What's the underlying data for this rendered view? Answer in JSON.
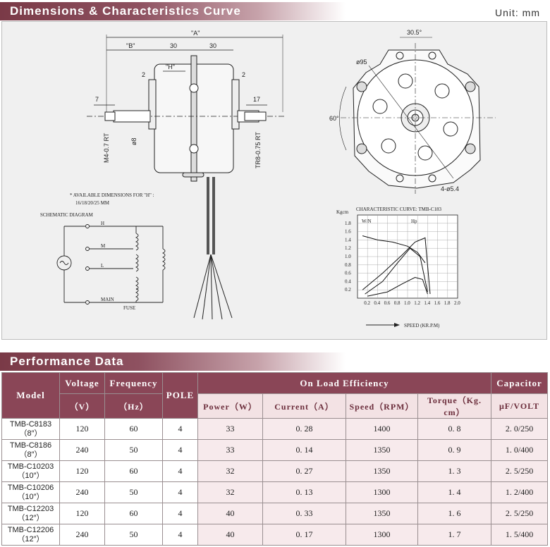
{
  "sections": {
    "dimensions_title": "Dimensions & Characteristics Curve",
    "performance_title": "Performance Data",
    "unit": "Unit: mm"
  },
  "drawing": {
    "dim_A": "\"A\"",
    "dim_B": "\"B\"",
    "dim_H": "\"H\"",
    "dim_30_left": "30",
    "dim_30_right": "30",
    "dim_2_left": "2",
    "dim_2_right": "2",
    "dim_7": "7",
    "dim_17": "17",
    "thread_left": "M4-0.7 RT",
    "shaft_dia": "ø8",
    "thread_right": "TR8-0.75 RT",
    "hole_spacing": "30.5°",
    "outer_dia": "ø95",
    "angle_60": "60°",
    "holes": "4-ø5.4",
    "note_line1": "* AVAILABLE DIMENSIONS FOR \"H\" :",
    "note_line2": "16/18/20/25 MM",
    "schematic_title": "SCHEMATIC DIAGRAM",
    "label_H": "H",
    "label_M": "M",
    "label_L": "L",
    "label_MAIN": "MAIN",
    "label_FUSE": "FUSE"
  },
  "chart_data": {
    "type": "line",
    "title": "CHARACTERISTIC CURVE: TMB-C183",
    "ylabel": "Kgcm",
    "xlabel": "SPEED (KR.P.M)",
    "ylim": [
      0,
      2.0
    ],
    "xlim": [
      0,
      2.0
    ],
    "x_ticks": [
      "0.2",
      "0.4",
      "0.6",
      "0.8",
      "1.0",
      "1.2",
      "1.4",
      "1.6",
      "1.8",
      "2.0"
    ],
    "y_ticks": [
      "0.2",
      "0.4",
      "0.6",
      "0.8",
      "1.0",
      "1.2",
      "1.4",
      "1.6",
      "1.8"
    ],
    "annotations": [
      "W/N",
      "Hp"
    ],
    "series": [
      {
        "x": [
          0.1,
          0.4,
          0.7,
          1.0,
          1.2,
          1.35
        ],
        "y": [
          1.5,
          1.4,
          1.35,
          1.25,
          1.1,
          0.85
        ]
      },
      {
        "x": [
          0.1,
          0.5,
          0.9,
          1.15,
          1.35,
          1.45
        ],
        "y": [
          0.2,
          0.6,
          1.05,
          1.35,
          1.45,
          0.1
        ]
      },
      {
        "x": [
          0.15,
          0.5,
          0.8,
          1.05,
          1.25,
          1.4
        ],
        "y": [
          0.1,
          0.4,
          0.85,
          1.2,
          1.0,
          0.15
        ]
      },
      {
        "x": [
          0.2,
          0.6,
          0.9,
          1.15,
          1.3,
          1.4
        ],
        "y": [
          0.05,
          0.15,
          0.35,
          0.5,
          0.45,
          0.1
        ]
      }
    ]
  },
  "table": {
    "headers": {
      "model": "Model",
      "voltage": "Voltage",
      "voltage_unit": "（V）",
      "frequency": "Frequency",
      "frequency_unit": "（Hz）",
      "pole": "POLE",
      "on_load": "On Load  Efficiency",
      "power": "Power（W）",
      "current": "Current（A）",
      "speed": "Speed（RPM）",
      "torque": "Torque（Kg. cm）",
      "capacitor": "Capacitor",
      "capacitor_unit": "μF/VOLT"
    },
    "rows": [
      {
        "model": "TMB-C8183",
        "size": "（8″）",
        "voltage": "120",
        "frequency": "60",
        "pole": "4",
        "power": "33",
        "current": "0. 28",
        "speed": "1400",
        "torque": "0. 8",
        "capacitor": "2. 0/250"
      },
      {
        "model": "TMB-C8186",
        "size": "（8″）",
        "voltage": "240",
        "frequency": "50",
        "pole": "4",
        "power": "33",
        "current": "0. 14",
        "speed": "1350",
        "torque": "0. 9",
        "capacitor": "1. 0/400"
      },
      {
        "model": "TMB-C10203",
        "size": "（10″）",
        "voltage": "120",
        "frequency": "60",
        "pole": "4",
        "power": "32",
        "current": "0. 27",
        "speed": "1350",
        "torque": "1. 3",
        "capacitor": "2. 5/250"
      },
      {
        "model": "TMB-C10206",
        "size": "（10″）",
        "voltage": "240",
        "frequency": "50",
        "pole": "4",
        "power": "32",
        "current": "0. 13",
        "speed": "1300",
        "torque": "1. 4",
        "capacitor": "1. 2/400"
      },
      {
        "model": "TMB-C12203",
        "size": "（12″）",
        "voltage": "120",
        "frequency": "60",
        "pole": "4",
        "power": "40",
        "current": "0. 33",
        "speed": "1350",
        "torque": "1. 6",
        "capacitor": "2. 5/250"
      },
      {
        "model": "TMB-C12206",
        "size": "（12″）",
        "voltage": "240",
        "frequency": "50",
        "pole": "4",
        "power": "40",
        "current": "0. 17",
        "speed": "1300",
        "torque": "1. 7",
        "capacitor": "1. 5/400"
      }
    ]
  }
}
